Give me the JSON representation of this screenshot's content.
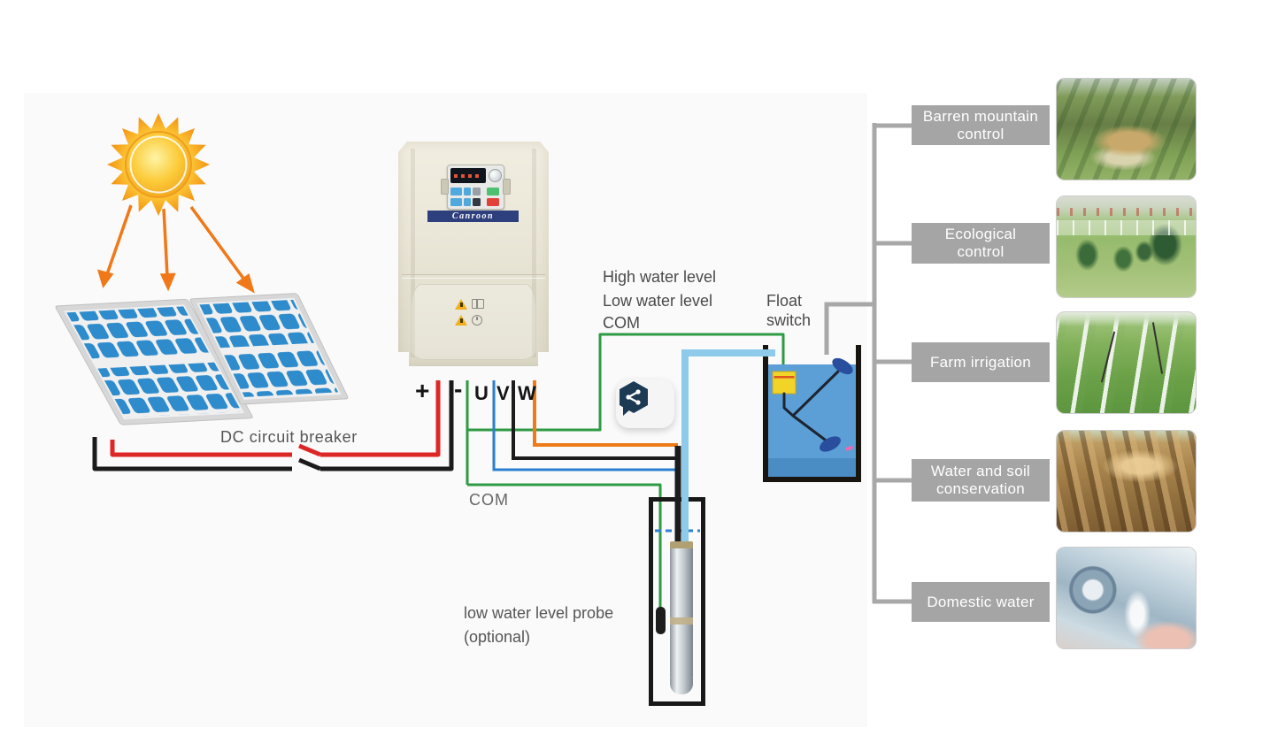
{
  "diagram": {
    "wire_labels": {
      "high_water": "High water level",
      "low_water": "Low water level",
      "com_top": "COM",
      "com_bottom": "COM",
      "dc_breaker": "DC circuit breaker",
      "float_switch_line1": "Float",
      "float_switch_line2": "switch",
      "probe_line1": "low water level probe",
      "probe_line2": "(optional)"
    },
    "terminals": {
      "plus": "+",
      "minus": "-",
      "u": "U",
      "v": "V",
      "w": "W"
    },
    "inverter": {
      "brand": "Canroon"
    },
    "components": [
      "sun",
      "solar-panels",
      "dc-circuit-breaker",
      "inverter",
      "float-switch",
      "water-tank",
      "submersible-pump",
      "low-water-level-probe"
    ]
  },
  "applications": [
    {
      "label": "Barren mountain control",
      "lines": [
        "Barren mountain",
        "control"
      ]
    },
    {
      "label": "Ecological control",
      "lines": [
        "Ecological",
        "control"
      ]
    },
    {
      "label": "Farm irrigation",
      "lines": [
        "Farm irrigation"
      ]
    },
    {
      "label": "Water and soil conservation",
      "lines": [
        "Water and soil",
        "conservation"
      ]
    },
    {
      "label": "Domestic water",
      "lines": [
        "Domestic water"
      ]
    }
  ],
  "colors": {
    "wire_red": "#dd2626",
    "wire_black": "#1b1b1b",
    "wire_green": "#2e9b44",
    "wire_blue": "#2b7fd0",
    "wire_orange": "#ee7b18",
    "pipe_light_blue": "#8ecbea",
    "bracket_gray": "#a8a8a8",
    "label_bg": "#a5a5a5",
    "water_blue": "#5b9fd6",
    "float_box_yellow": "#f2d429",
    "float_navy": "#2a4e9e",
    "sun_orange": "#f29111",
    "panel_cell_blue": "#2f8ccc"
  }
}
